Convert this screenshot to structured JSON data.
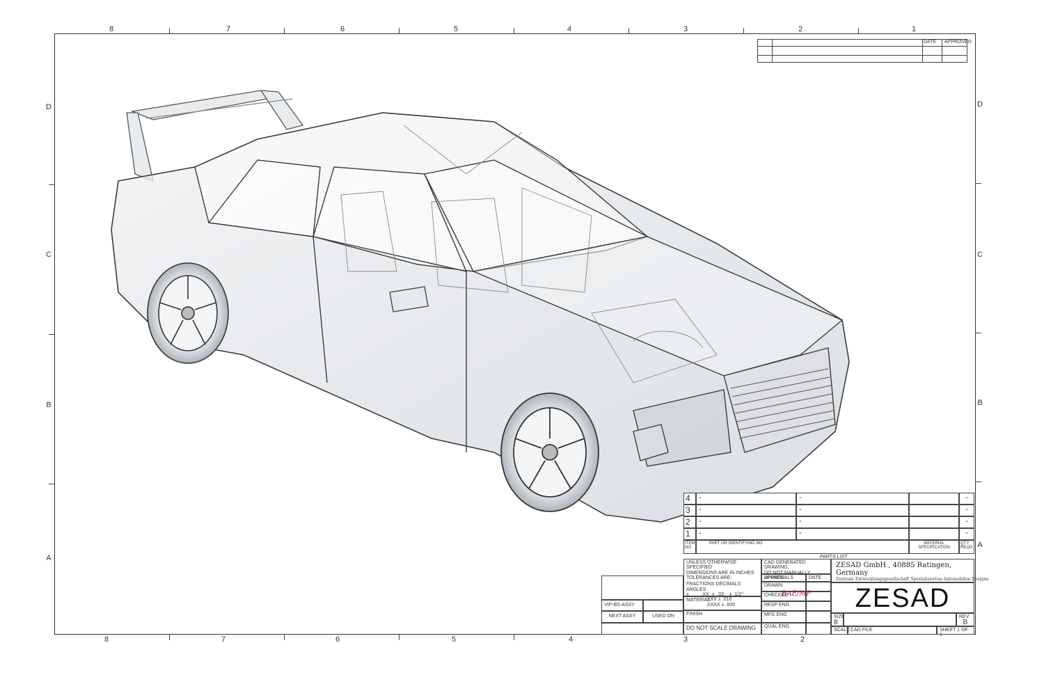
{
  "zones": {
    "top": [
      "8",
      "7",
      "6",
      "5",
      "4",
      "3",
      "2",
      "1"
    ],
    "bottom": [
      "8",
      "7",
      "6",
      "5",
      "4",
      "3",
      "2"
    ],
    "left": [
      "D",
      "C",
      "B",
      "A"
    ],
    "right": [
      "D",
      "C",
      "B",
      "A"
    ]
  },
  "revision_block": {
    "date_label": "DATE",
    "approved_label": "APPROVED"
  },
  "parts_list": {
    "rows": [
      {
        "item": "4",
        "part": "-",
        "desc": "-",
        "qty": "-"
      },
      {
        "item": "3",
        "part": "-",
        "desc": "-",
        "qty": "-"
      },
      {
        "item": "2",
        "part": "-",
        "desc": "-",
        "qty": "-"
      },
      {
        "item": "1",
        "part": "-",
        "desc": "-",
        "qty": "-"
      }
    ],
    "header_item": "ITEM NO",
    "header_part": "PART OR IDENTIFYING NO",
    "header_material": "MATERIAL SPECIFICATION",
    "header_qty": "QTY REQD",
    "caption": "PARTS LIST"
  },
  "tolerances": {
    "l1": "UNLESS OTHERWISE SPECIFIED",
    "l2": "DIMENSIONS ARE IN INCHES",
    "l3": "TOLERANCES ARE:",
    "l4": "FRACTIONS  DECIMALS  ANGLES",
    "l5": "±         .XX  ±  .03    ±  1/2°",
    "l6": ".XXX  ±  .010",
    "l7": ".XXXX ±  .005"
  },
  "cad_note": {
    "l1": "CAD GENERATED DRAWING,",
    "l2": "DO NOT MANUALLY UPDATE"
  },
  "approvals": {
    "approvals": "APPROVALS",
    "date": "DATE",
    "drawn": "DRAWN",
    "checked": "CHECKED",
    "signature": "BAE/MP",
    "resp_eng": "RESP ENG",
    "mfg_eng": "MFG ENG",
    "qual_eng": "QUAL ENG"
  },
  "misc": {
    "material": "MATERIAL",
    "finish": "FINISH",
    "no_scale": "DO NOT SCALE DRAWING",
    "assy": "VIP-BS-ASSY",
    "next_assy": "NEXT ASSY",
    "used_on": "USED ON"
  },
  "company": {
    "line1": "ZESAD GmbH , 40885 Ratingen, Germany",
    "line2": "Zentrale Entwicklungsgesellschaft Spezialisierten Automobilen Designs",
    "logo": "ZESAD"
  },
  "sheet": {
    "size_label": "SIZE",
    "size": "B",
    "rev_label": "REV",
    "rev": "B",
    "scale_label": "SCALE",
    "cad_file_label": "CAD FILE",
    "sheet_label": "SHEET 1 OF 1"
  },
  "colors": {
    "line": "#333333",
    "signature": "#b0203a",
    "glass": "#dfe3e8"
  }
}
